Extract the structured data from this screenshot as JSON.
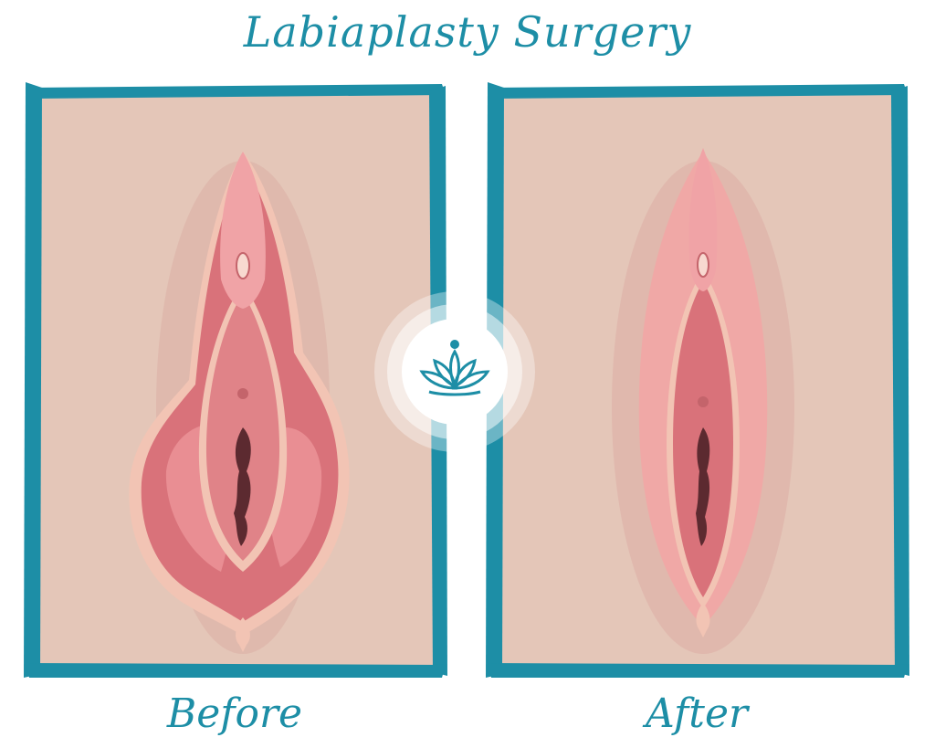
{
  "title": "Labiaplasty Surgery",
  "panels": {
    "before": {
      "caption": "Before"
    },
    "after": {
      "caption": "After"
    }
  },
  "colors": {
    "brand": "#1d8ea6",
    "panel_background": "#e4c6b8",
    "tissue_dark": "#d9727a",
    "tissue_light": "#f0a3a6",
    "outline": "#f2c4b4"
  },
  "icons": {
    "center": "lotus-logo-icon"
  }
}
